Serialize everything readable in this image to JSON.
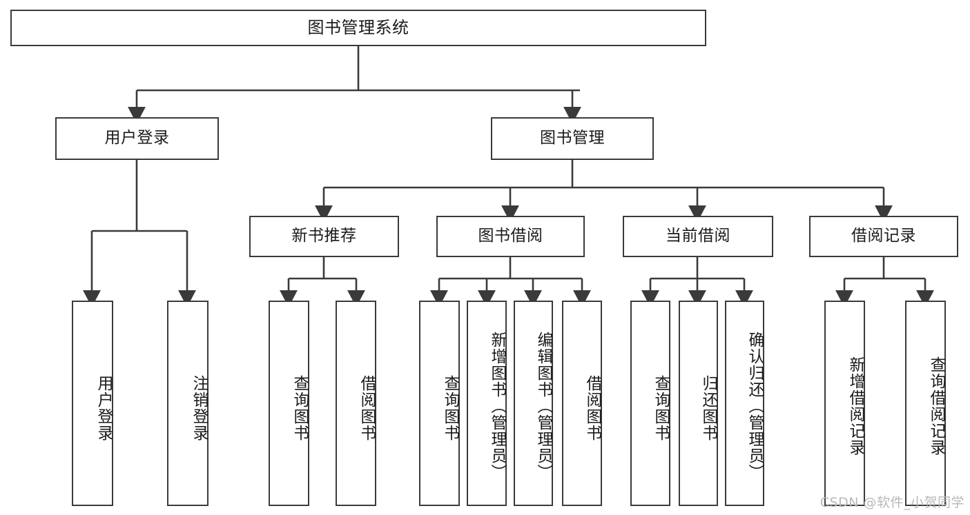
{
  "diagram": {
    "title": "图书管理系统",
    "watermark": "CSDN @软件_小贺同学",
    "colors": {
      "stroke": "#3a3a3a",
      "fill": "#ffffff",
      "text": "#1a1a1a",
      "watermark": "#b9b9b9"
    },
    "levels": {
      "root": {
        "label": "图书管理系统"
      },
      "level2": [
        {
          "label": "用户登录"
        },
        {
          "label": "图书管理"
        }
      ],
      "level3": [
        {
          "label": "新书推荐"
        },
        {
          "label": "图书借阅"
        },
        {
          "label": "当前借阅"
        },
        {
          "label": "借阅记录"
        }
      ],
      "leaves": {
        "user_login": [
          {
            "label": "用户登录"
          },
          {
            "label": "注销登录"
          }
        ],
        "new_book": [
          {
            "label": "查询图书"
          },
          {
            "label": "借阅图书"
          }
        ],
        "book_borrow": [
          {
            "label": "查询图书"
          },
          {
            "label": "新增图书（管理员）"
          },
          {
            "label": "编辑图书（管理员）"
          },
          {
            "label": "借阅图书"
          }
        ],
        "current_borrow": [
          {
            "label": "查询图书"
          },
          {
            "label": "归还图书"
          },
          {
            "label": "确认归还（管理员）"
          }
        ],
        "borrow_record": [
          {
            "label": "新增借阅记录"
          },
          {
            "label": "查询借阅记录"
          }
        ]
      }
    }
  }
}
